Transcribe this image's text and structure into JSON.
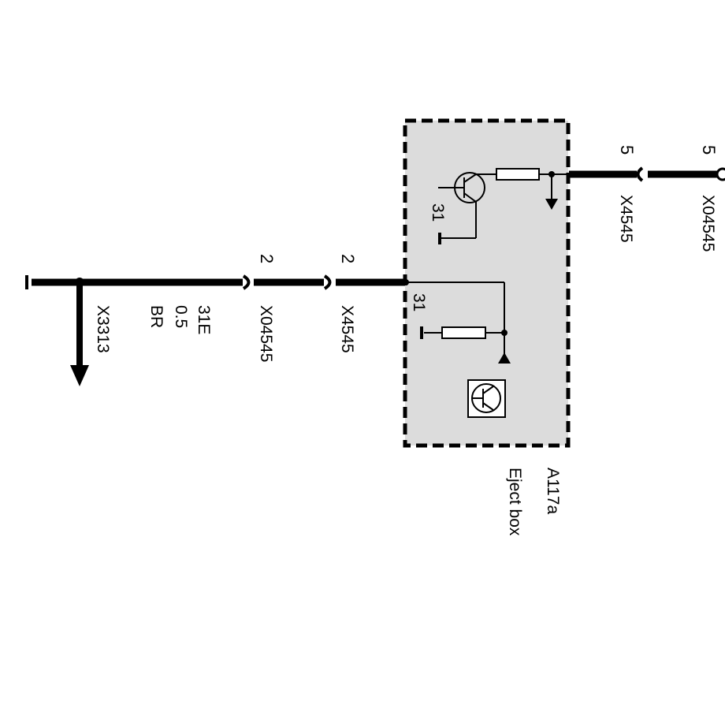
{
  "component": {
    "id": "A117a",
    "name": "Eject box",
    "fill_color": "#dcdcdc",
    "internal_ground_top": "31",
    "internal_ground_bottom": "31"
  },
  "wire": {
    "terminal": "31E",
    "gauge": "0.5",
    "color_code": "BR",
    "splice": "X3313"
  },
  "connectors": {
    "left_a": {
      "id": "X04545",
      "pin": "2"
    },
    "left_b": {
      "id": "X4545",
      "pin": "2"
    },
    "right_a": {
      "id": "X4545",
      "pin": "5"
    },
    "right_b": {
      "id": "X04545",
      "pin": "5"
    }
  }
}
